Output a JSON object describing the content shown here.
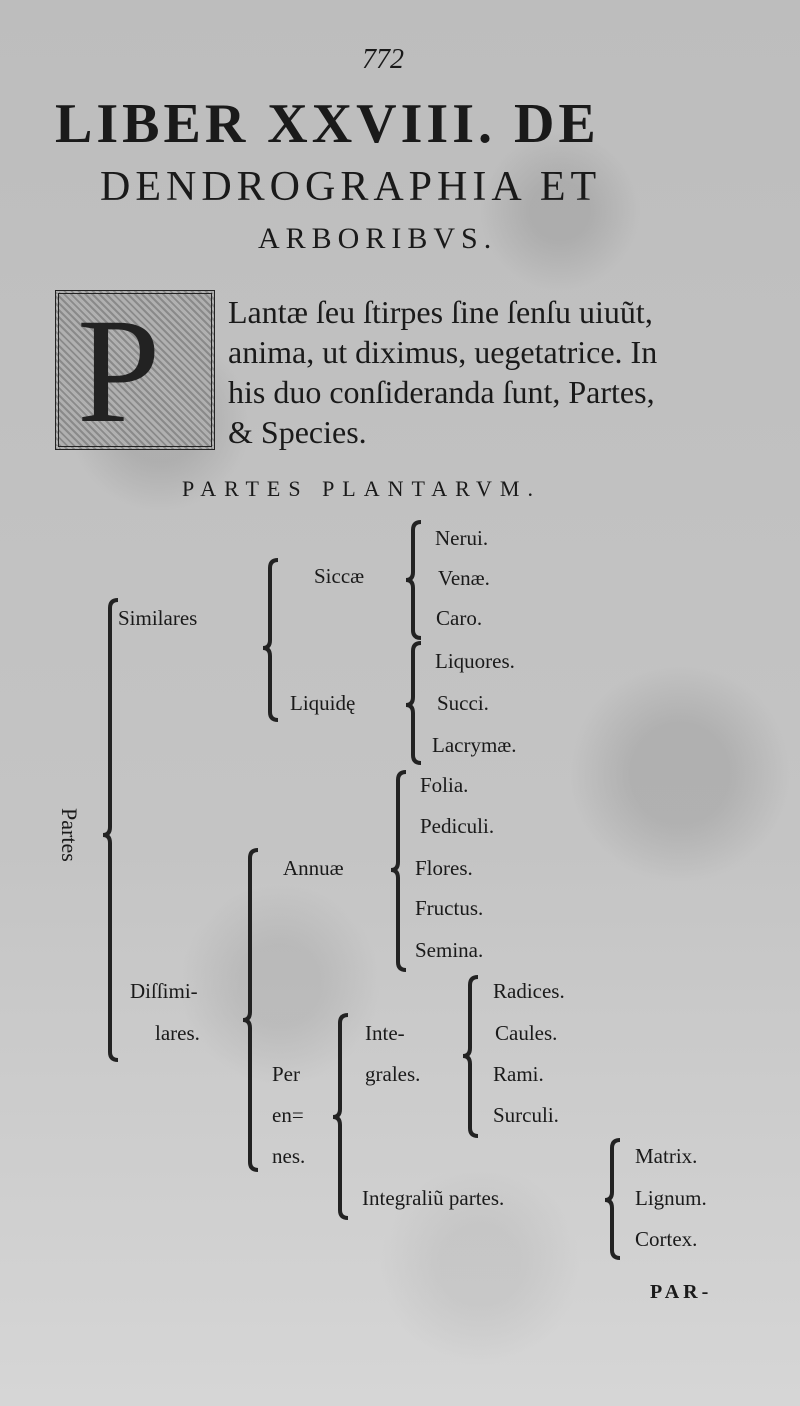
{
  "page_number": "772",
  "title": {
    "line1": "LIBER XXVIII. DE",
    "line2": "DENDROGRAPHIA ET",
    "line3": "ARBORIBVS."
  },
  "drop_cap": "P",
  "intro": [
    "Lantæ ſeu ſtirpes ſine ſenſu uiuũt,",
    "anima, ut diximus, uegetatrice. In",
    "his duo conſideranda ſunt, Partes,",
    "& Species."
  ],
  "section_heading": "PARTES PLANTARVM.",
  "tree": {
    "root": "Partes",
    "similares": {
      "label": "Similares",
      "siccae": {
        "label": "Siccæ",
        "items": [
          "Nerui.",
          "Venæ.",
          "Caro."
        ]
      },
      "liquidae": {
        "label": "Liquidę",
        "items": [
          "Liquores.",
          "Succi.",
          "Lacrymæ."
        ]
      }
    },
    "dissimilares": {
      "label1": "Diſſimi-",
      "label2": "lares.",
      "annuae": {
        "label": "Annuæ",
        "items": [
          "Folia.",
          "Pediculi.",
          "Flores.",
          "Fructus.",
          "Semina."
        ]
      },
      "perennes": {
        "label1": "Per",
        "label2": "en=",
        "label3": "nes.",
        "integrales": {
          "label1": "Inte-",
          "label2": "grales.",
          "items": [
            "Radices.",
            "Caules.",
            "Rami.",
            "Surculi."
          ]
        },
        "integralium": {
          "label": "Integraliũ partes.",
          "items": [
            "Matrix.",
            "Lignum.",
            "Cortex."
          ]
        }
      }
    }
  },
  "catchword": "PAR-"
}
